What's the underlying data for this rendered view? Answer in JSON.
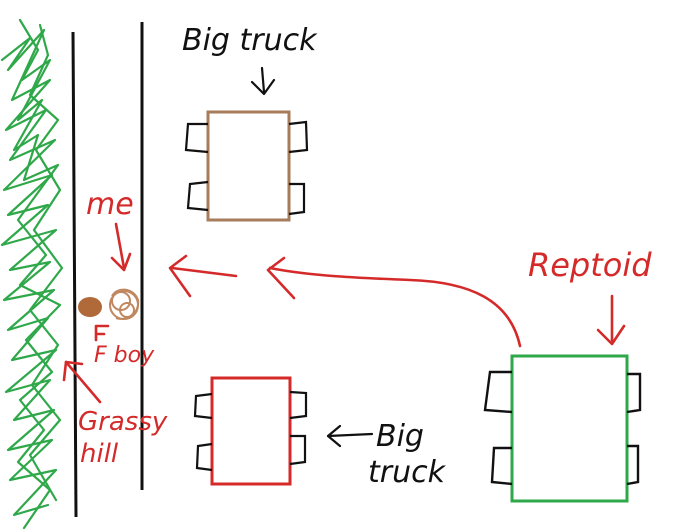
{
  "labels": {
    "big_truck_top": "Big truck",
    "big_truck_bottom_line1": "Big",
    "big_truck_bottom_line2": "truck",
    "reptoid": "Reptoid",
    "me": "me",
    "f_boy": "F boy",
    "grassy_line1": "Grassy",
    "grassy_line2": "hill"
  },
  "colors": {
    "road_line": "#111111",
    "grass": "#2fa84a",
    "annotation_red": "#d42a2a",
    "top_truck": "#a67c5b",
    "bottom_truck": "#d42a2a",
    "reptoid_truck": "#2fa84a",
    "me_dot": "#b06a3a",
    "fboy_scribble": "#c08860",
    "wheel": "#111111"
  }
}
